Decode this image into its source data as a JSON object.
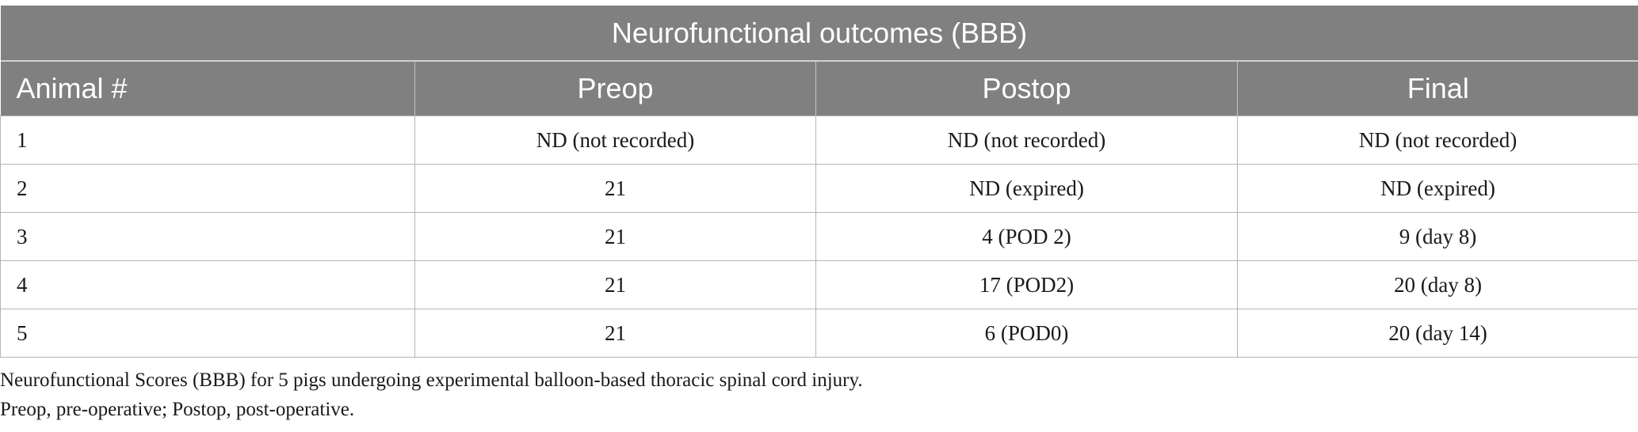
{
  "table": {
    "title": "Neurofunctional outcomes (BBB)",
    "headers": [
      "Animal #",
      "Preop",
      "Postop",
      "Final"
    ],
    "rows": [
      [
        "1",
        "ND (not recorded)",
        "ND (not recorded)",
        "ND (not recorded)"
      ],
      [
        "2",
        "21",
        "ND (expired)",
        "ND (expired)"
      ],
      [
        "3",
        "21",
        "4 (POD 2)",
        "9 (day 8)"
      ],
      [
        "4",
        "21",
        "17 (POD2)",
        "20 (day 8)"
      ],
      [
        "5",
        "21",
        "6 (POD0)",
        "20 (day 14)"
      ]
    ]
  },
  "notes": {
    "caption": "Neurofunctional Scores (BBB) for 5 pigs undergoing experimental balloon-based thoracic spinal cord injury.",
    "abbreviations": "Preop, pre-operative; Postop, post-operative."
  },
  "colors": {
    "header_background": "#808080",
    "header_text": "#ffffff",
    "border": "#b5b5b5"
  }
}
